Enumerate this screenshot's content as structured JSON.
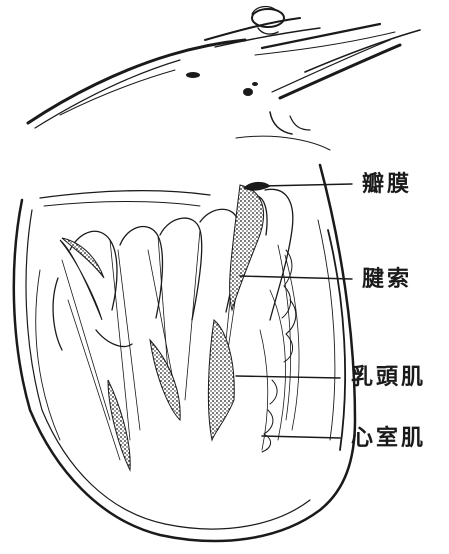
{
  "labels": {
    "valve": "瓣膜",
    "chordae_tendineae": "腱索",
    "papillary_muscle": "乳頭肌",
    "ventricular_myocardium": "心室肌"
  },
  "colors": {
    "ink": "#1a1a1a",
    "paper": "#ffffff"
  }
}
